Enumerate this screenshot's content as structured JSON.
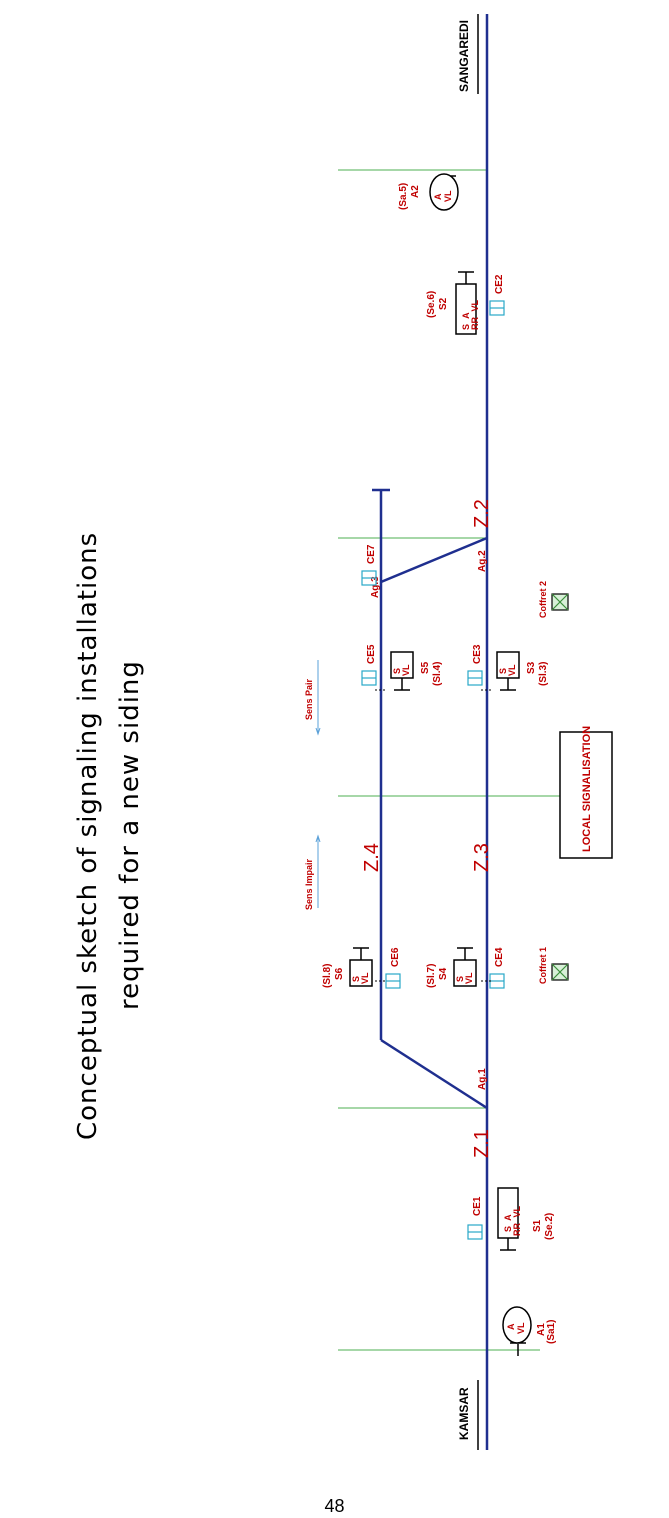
{
  "title": {
    "line1": "Conceptual sketch of signaling installations",
    "line2": "required for a new siding"
  },
  "stations": {
    "left": "KAMSAR",
    "right": "SANGAREDI"
  },
  "zones": [
    "Z.1",
    "Z.2",
    "Z.3",
    "Z.4"
  ],
  "switches": [
    "Ag.1",
    "Ag.2",
    "Ag.3"
  ],
  "equipment": [
    "CE1",
    "CE2",
    "CE3",
    "CE4",
    "CE5",
    "CE6",
    "CE7"
  ],
  "coffrets": [
    "Coffret 1",
    "Coffret 2"
  ],
  "directions": {
    "odd": "Sens Impair",
    "even": "Sens Pair"
  },
  "local_box": "LOCAL SIGNALISATION",
  "signals": {
    "A1": {
      "name": "A1",
      "code": "(Sa1)",
      "aspects": [
        "A",
        "VL"
      ]
    },
    "S1": {
      "name": "S1",
      "code": "(Se.2)",
      "aspects": [
        "S",
        "A",
        "RR",
        "VL"
      ]
    },
    "S4": {
      "name": "S4",
      "code": "(Sl.7)",
      "aspects": [
        "S",
        "VL"
      ]
    },
    "S6": {
      "name": "S6",
      "code": "(Sl.8)",
      "aspects": [
        "S",
        "VL"
      ]
    },
    "S3": {
      "name": "S3",
      "code": "(Sl.3)",
      "aspects": [
        "S",
        "VL"
      ]
    },
    "S5": {
      "name": "S5",
      "code": "(Sl.4)",
      "aspects": [
        "S",
        "VL"
      ]
    },
    "S2": {
      "name": "S2",
      "code": "(Se.6)",
      "aspects": [
        "S",
        "A",
        "RR",
        "VL"
      ]
    },
    "A2": {
      "name": "A2",
      "code": "(Sa.5)",
      "aspects": [
        "A",
        "VL"
      ]
    }
  },
  "page_number": "48",
  "colors": {
    "track": "#1f2f8f",
    "zone_line": "#4caf50",
    "signal_red": "#c00000",
    "equipment_cyan": "#29a8c8",
    "coffret_green": "#3a8f3a"
  }
}
